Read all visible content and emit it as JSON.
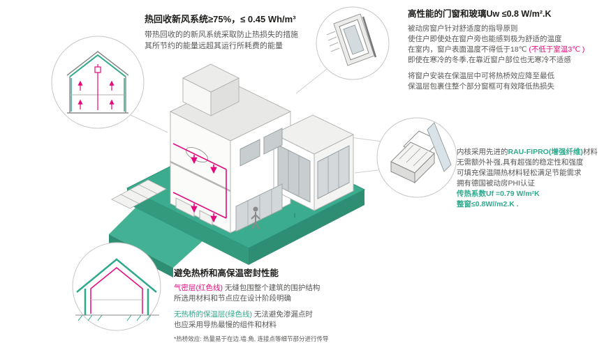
{
  "colors": {
    "teal": "#2FA98C",
    "teal_dark": "#2D8E73",
    "magenta": "#E5097F",
    "title_dark": "#1D1D1B",
    "body_gray": "#575756",
    "line_gray": "#C6C6C5"
  },
  "icons": {
    "heat_recovery_circle": "house-section-ventilation-icon",
    "window_detail_circle": "window-corner-detail-icon",
    "frame_profile_circle": "window-frame-profile-icon",
    "thermal_bridge_circle": "insulated-house-outline-icon",
    "center": "isometric-cutaway-house-illustration"
  },
  "sections": {
    "heat_recovery": {
      "title": "热回收新风系统≥75%，≤ 0.45 Wh/m³",
      "line1": "带热回收的的新风系统采取防止热损失的措施",
      "line2": "其所节约的能量远超其运行所耗费的能量"
    },
    "windows": {
      "title": "高性能的门窗和玻璃Uw ≤0.8 W/m².K",
      "line1": "被动房窗户针对舒适度的指导原则",
      "line2": "使住户即使处在窗户旁也能感到极为舒适的温度",
      "line3_normal": "在室内，窗户表面温度不得低于18℃ ",
      "line3_highlight": "(不低于室温3℃ )",
      "line4": "即使在寒冷的冬季,在靠近窗户部位也无寒冷不适感",
      "line5": "将窗户安装在保温层中可将热桥效应降至最低",
      "line6": "保温层包裹住整个部分窗框可有效降低热损失"
    },
    "frame_profile": {
      "line1_prefix": "内核采用先进的",
      "line1_highlight": "RAU-FIPRO(增强纤维)",
      "line1_suffix": "材料",
      "line2": "无需额外补强,具有超强的稳定性和强度",
      "line3": "可填充保温隔热材料轻松满足节能需求",
      "line4": "拥有德国被动房PHI认证",
      "line5": "传热系数Uf =0.79 W/m²K",
      "line6": "整窗≤0.8W//m2.K ."
    },
    "thermal_bridge": {
      "title": "避免热桥和高保温密封性能",
      "airtight_label": "气密层(红色线)",
      "airtight_rest": " 无缝包围整个建筑的围护结构",
      "airtight_line2": "所选用材料和节点应在设计阶段明确",
      "insulation_label": "无热桥的保温层(绿色线)",
      "insulation_rest": " 无法避免渗漏点时",
      "insulation_line2": "也应采用导热最慢的组件和材料",
      "footnote": "*热桥效应: 热量易于在边.墙.角, 连接点等细节部分进行传导"
    }
  }
}
